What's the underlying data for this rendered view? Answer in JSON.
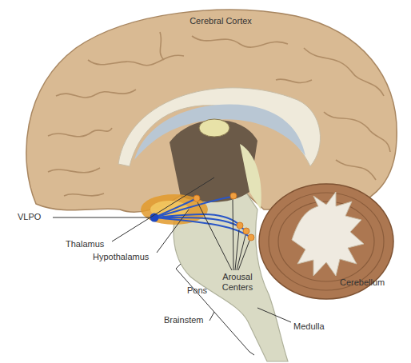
{
  "diagram": {
    "labels": [
      "Cerebral Cortex",
      "VLPO",
      "Thalamus",
      "Hypothalamus",
      "Pons",
      "Arousal Centers",
      "Cerebellum",
      "Brainstem",
      "Medulla"
    ]
  }
}
